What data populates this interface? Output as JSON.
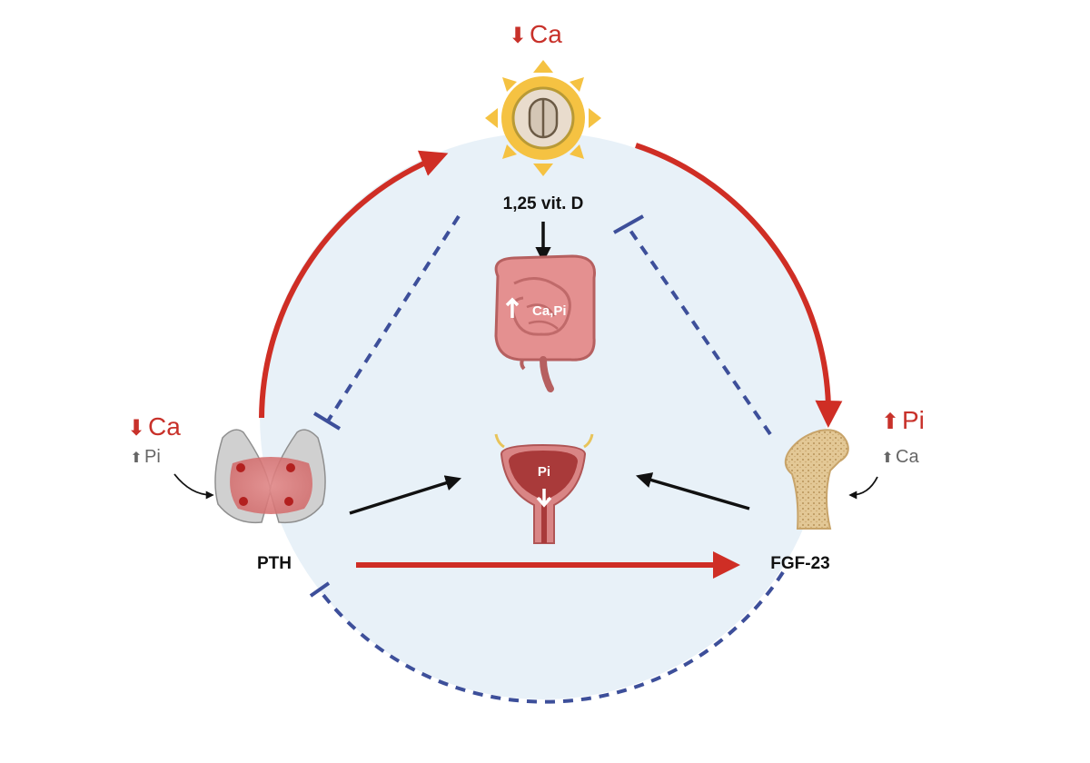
{
  "hormones": {
    "vitd": "1,25 vit. D",
    "pth": "PTH",
    "fgf23": "FGF-23"
  },
  "stimuli": {
    "top": {
      "arrow": "⬇",
      "text": "Ca"
    },
    "pth_primary": {
      "arrow": "⬇",
      "text": "Ca"
    },
    "pth_secondary": {
      "arrow": "⬆",
      "text": "Pi"
    },
    "fgf_primary": {
      "arrow": "⬆",
      "text": "Pi"
    },
    "fgf_secondary": {
      "arrow": "⬆",
      "text": "Ca"
    }
  },
  "organs": {
    "intestine_label": "Ca,Pi",
    "bladder_label": "Pi"
  },
  "colors": {
    "stimulation": "#cf2e25",
    "inhibition": "#3d4f9a",
    "circle_fill": "#e8f1f8",
    "sun": "#f5c242",
    "arrow_dark": "#111111"
  }
}
